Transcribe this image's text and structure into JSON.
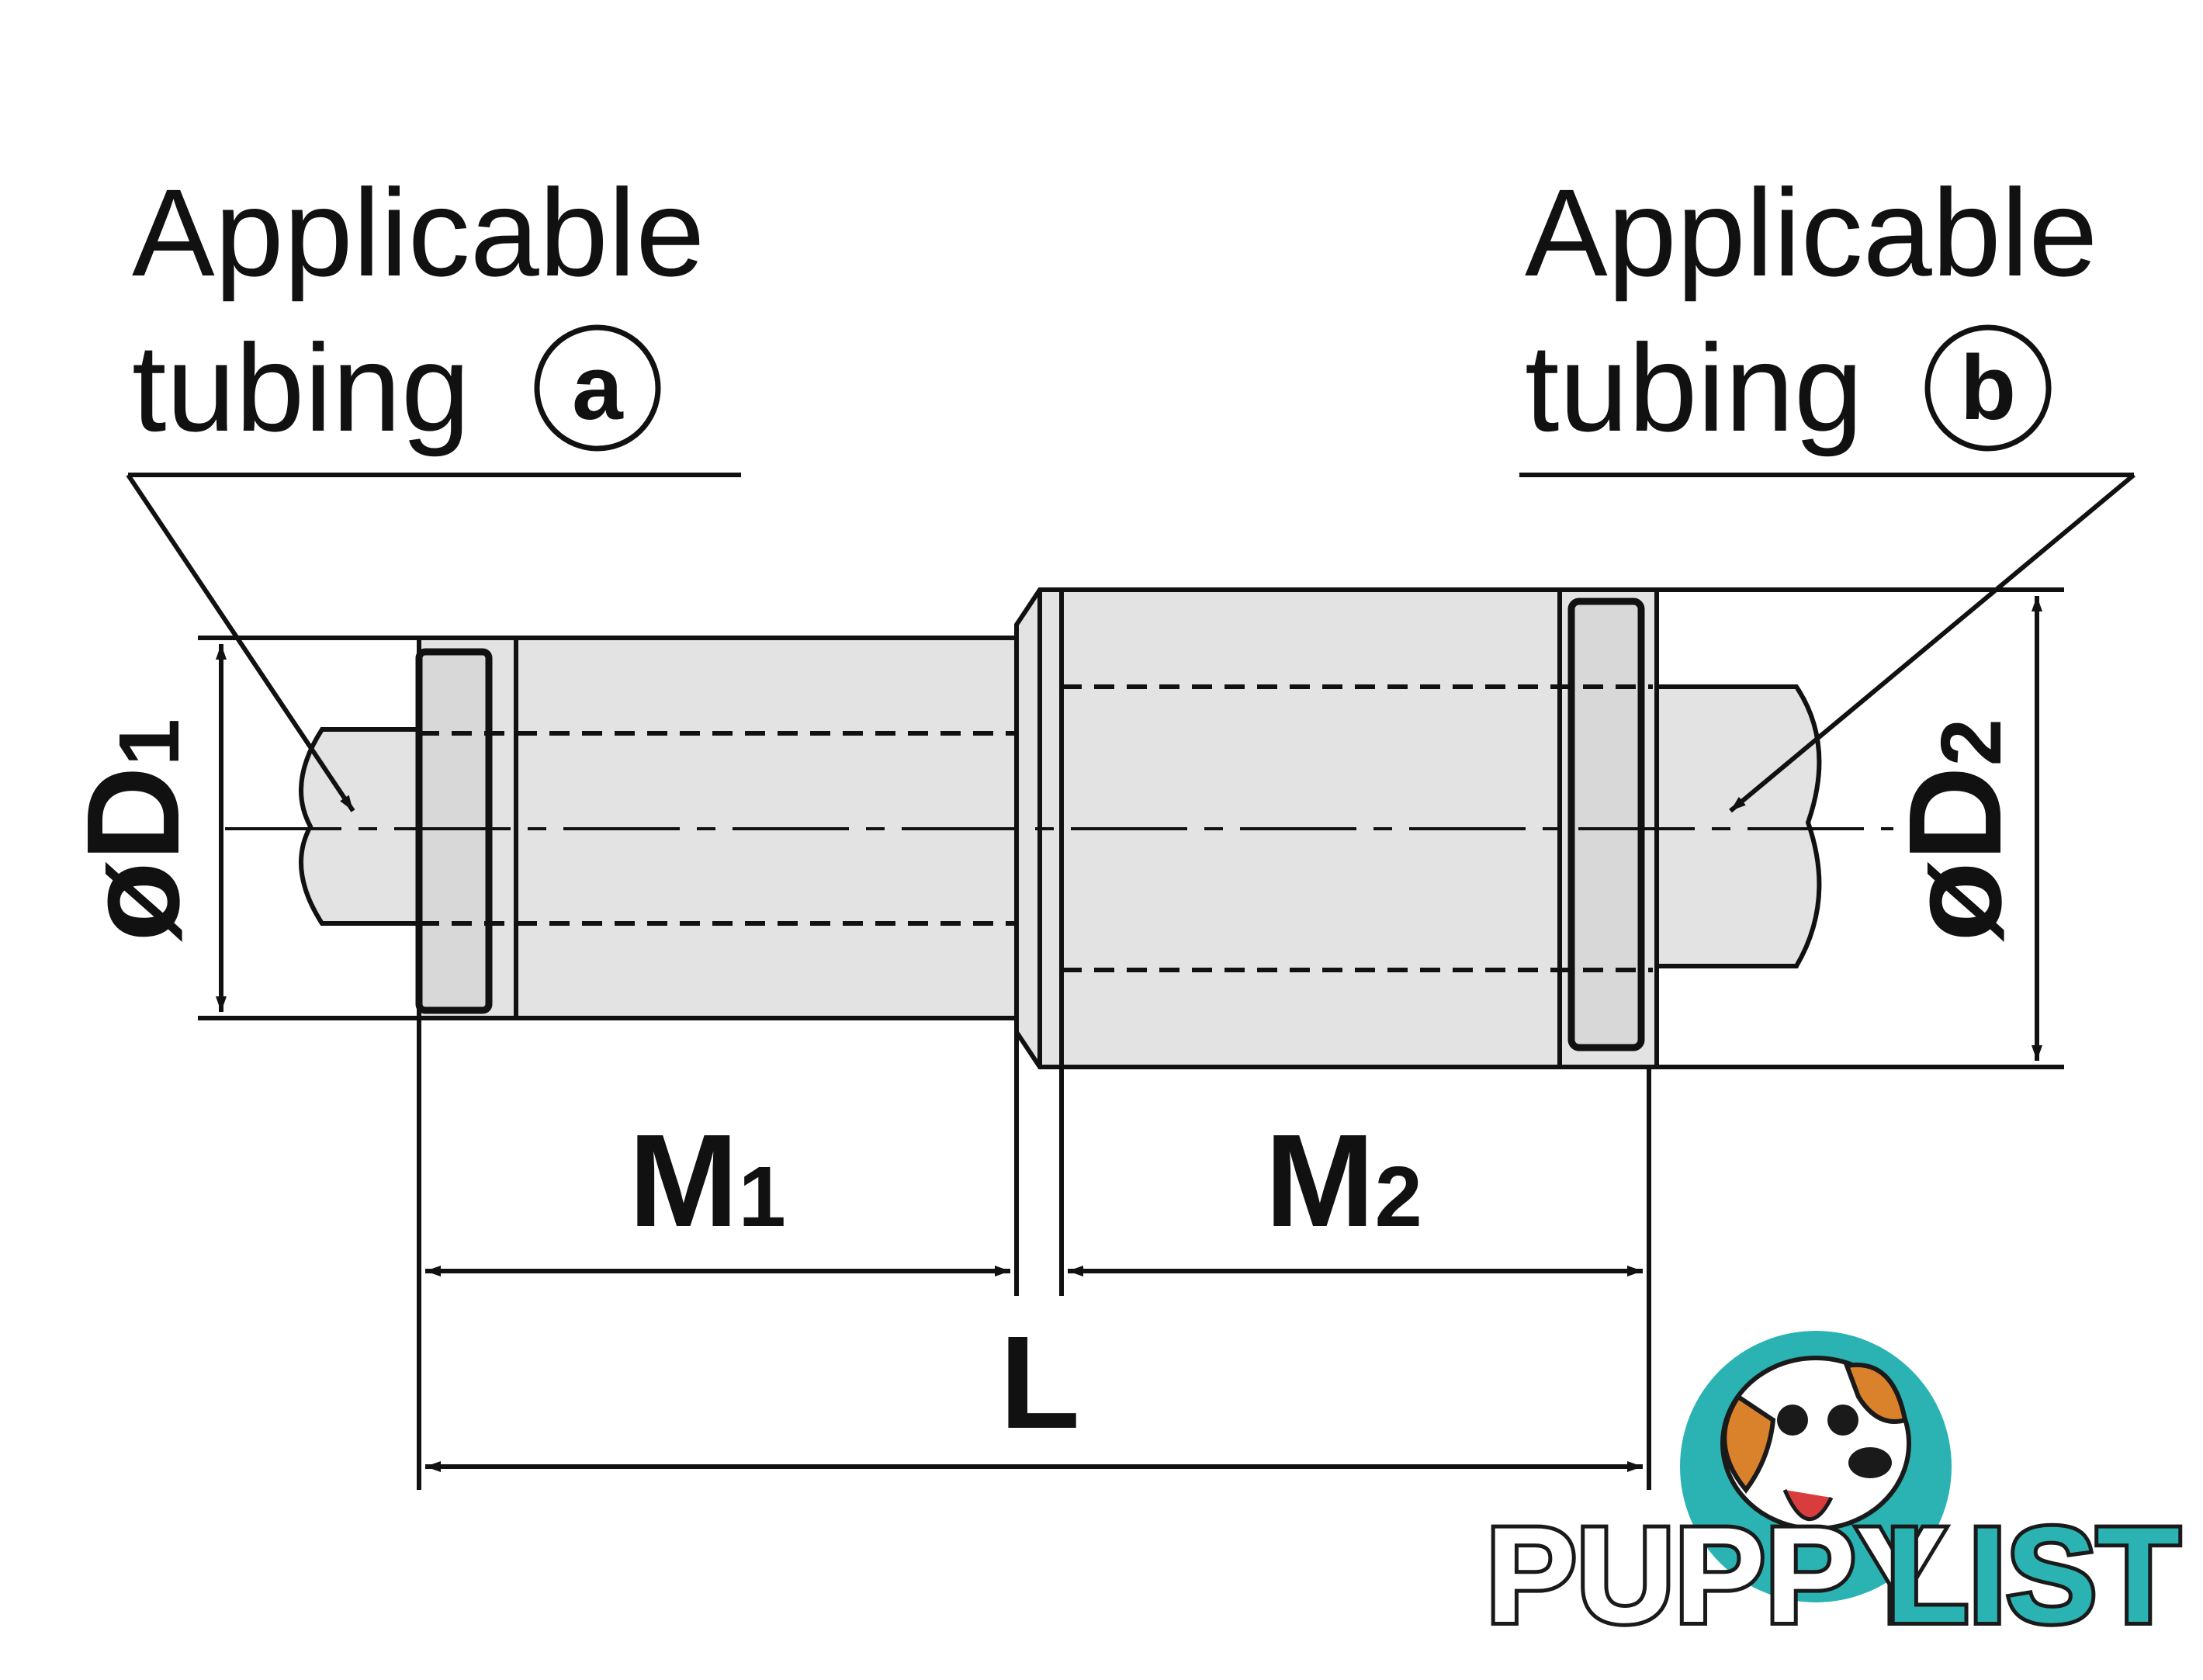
{
  "diagram": {
    "label_left_line1": "Applicable",
    "label_left_line2": "tubing",
    "label_left_marker": "a",
    "label_right_line1": "Applicable",
    "label_right_line2": "tubing",
    "label_right_marker": "b",
    "dim_d1_symbol": "ø",
    "dim_d1_letter": "D",
    "dim_d1_sub": "1",
    "dim_d2_symbol": "ø",
    "dim_d2_letter": "D",
    "dim_d2_sub": "2",
    "dim_m1_letter": "M",
    "dim_m1_sub": "1",
    "dim_m2_letter": "M",
    "dim_m2_sub": "2",
    "dim_l": "L"
  },
  "logo": {
    "text_part1": "PUPPY",
    "text_part2": "LIST",
    "colors": {
      "teal": "#2bb3b3",
      "orange": "#d9822b",
      "dark": "#1a1a1a"
    }
  }
}
